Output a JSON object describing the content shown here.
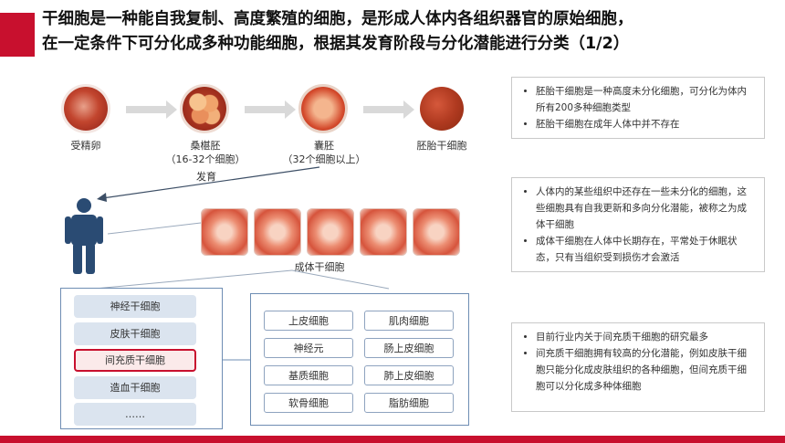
{
  "header": {
    "title_line1": "干细胞是一种能自我复制、高度繁殖的细胞，是形成人体内各组织器官的原始细胞，",
    "title_line2": "在一定条件下可分化成多种功能细胞，根据其发育阶段与分化潜能进行分类（1/2）"
  },
  "development": {
    "stages": [
      {
        "label": "受精卵",
        "sub": ""
      },
      {
        "label": "桑椹胚",
        "sub": "（16-32个细胞）"
      },
      {
        "label": "囊胚",
        "sub": "（32个细胞以上）"
      },
      {
        "label": "胚胎干细胞",
        "sub": ""
      }
    ],
    "arrow_label": "发育",
    "adult_cells_label": "成体干细胞"
  },
  "stem_cell_types": [
    "神经干细胞",
    "皮肤干细胞",
    "间充质干细胞",
    "造血干细胞",
    "……"
  ],
  "selected_type": "间充质干细胞",
  "differentiated_cells": [
    [
      "上皮细胞",
      "肌肉细胞"
    ],
    [
      "神经元",
      "肠上皮细胞"
    ],
    [
      "基质细胞",
      "肺上皮细胞"
    ],
    [
      "软骨细胞",
      "脂肪细胞"
    ]
  ],
  "info_boxes": [
    {
      "items": [
        "胚胎干细胞是一种高度未分化细胞，可分化为体内所有200多种细胞类型",
        "胚胎干细胞在成年人体中并不存在"
      ]
    },
    {
      "items": [
        "人体内的某些组织中还存在一些未分化的细胞，这些细胞具有自我更新和多向分化潜能，被称之为成体干细胞",
        "成体干细胞在人体中长期存在，平常处于休眠状态，只有当组织受到损伤才会激活"
      ]
    },
    {
      "items": [
        "目前行业内关于间充质干细胞的研究最多",
        "间充质干细胞拥有较高的分化潜能，例如皮肤干细胞只能分化成皮肤组织的各种细胞，但间充质干细胞可以分化成多种体细胞"
      ]
    }
  ],
  "colors": {
    "accent": "#c8102e",
    "panel_border": "#6e8db3",
    "pill_bg": "#dbe4ef"
  }
}
